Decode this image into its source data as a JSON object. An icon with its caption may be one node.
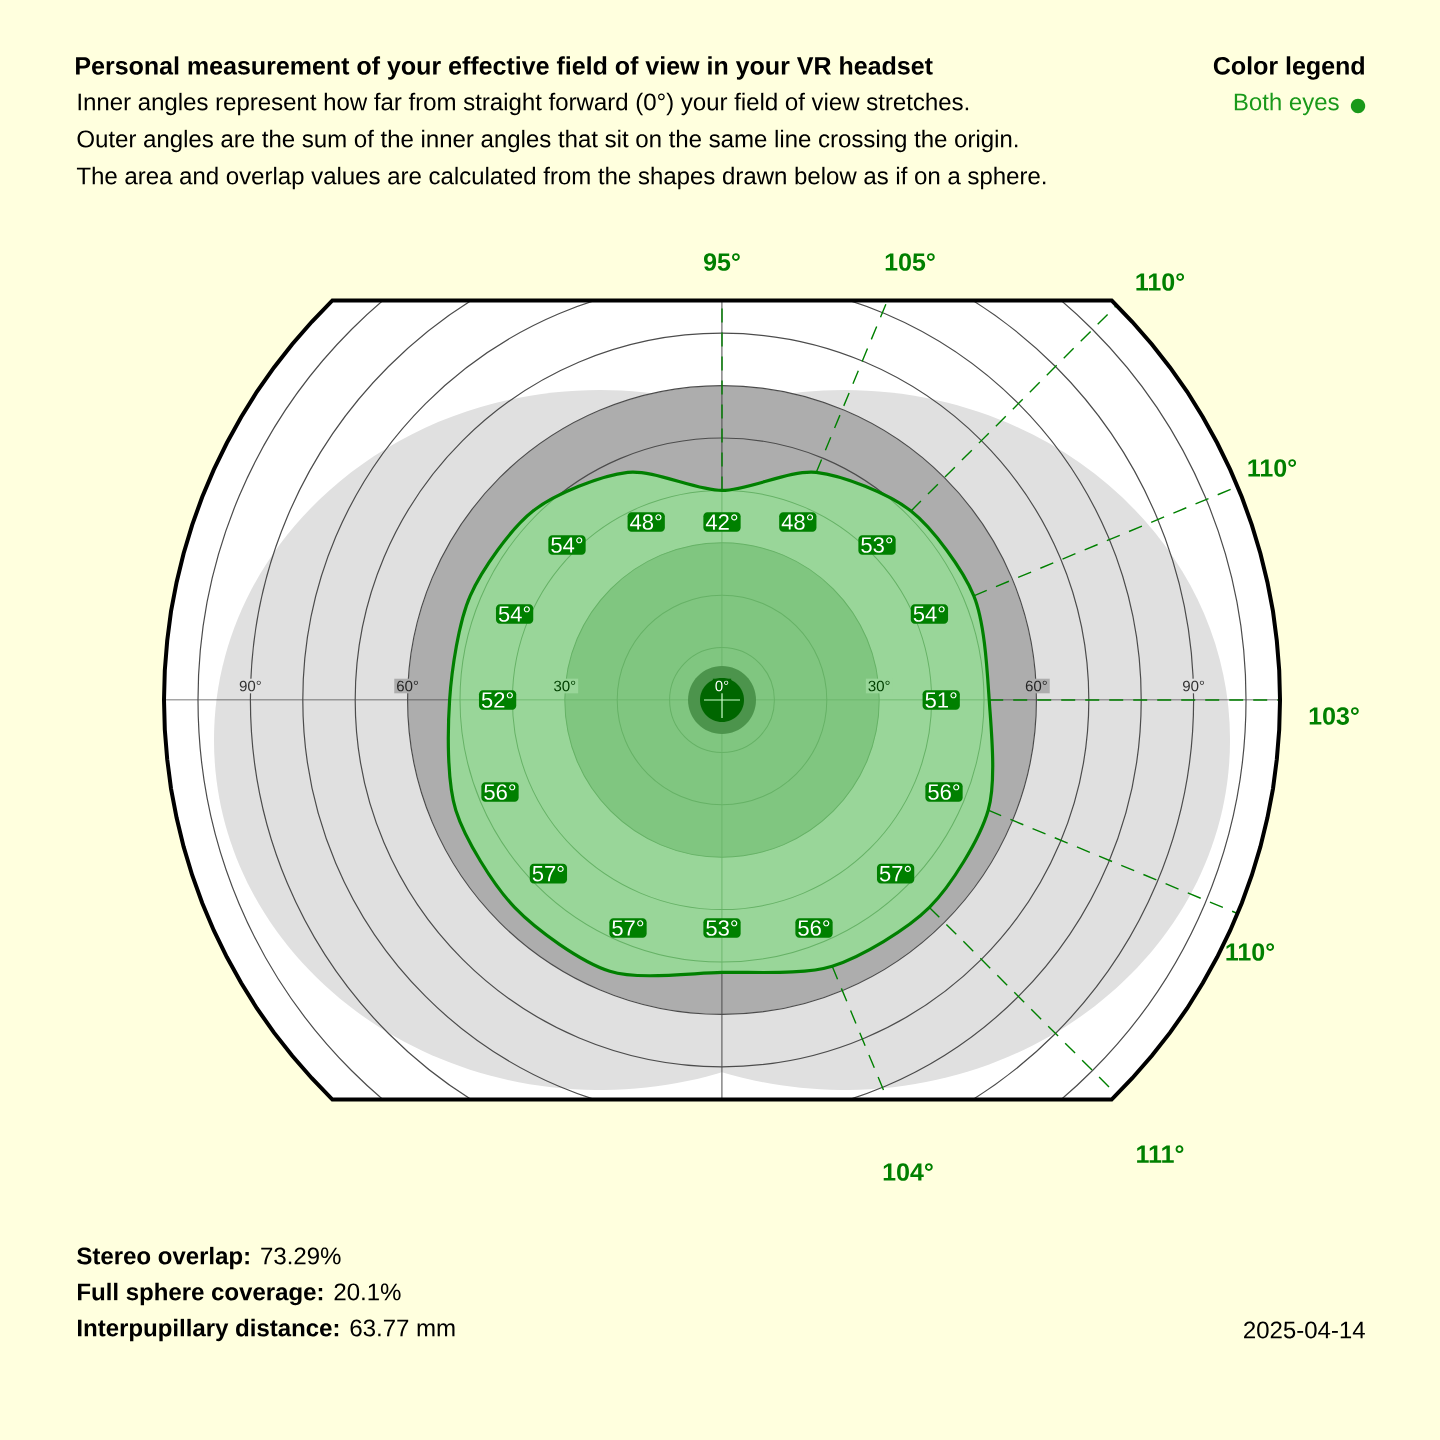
{
  "diagram": {
    "title": "Personal measurement of your effective field of view in your VR headset",
    "labels": [
      "Inner angles represent how far from straight forward (0°) your field of view stretches.",
      "Outer angles are the sum of the inner angles that sit on the same line crossing the origin.",
      "The area and overlap values are calculated from the shapes drawn below as if on a sphere.",
      "Color legend",
      "95°",
      "105°",
      "110°",
      "110°",
      "48°",
      "42°",
      "48°",
      "54°",
      "53°",
      "54°",
      "54°",
      "90°",
      "60°",
      "30°",
      "0°",
      "30°",
      "60°",
      "90°",
      "52°",
      "51°",
      "103°",
      "56°",
      "56°",
      "57°",
      "57°",
      "57°",
      "53°",
      "56°",
      "110°",
      "111°",
      "104°",
      "**Stereo overlap:** 73.29%",
      "**Full sphere coverage:** 20.1%",
      "**Interpupillary distance:** 63.77 mm",
      "2025-04-14"
    ],
    "legend": [
      {
        "text": "Both eyes",
        "color": "#1a991a"
      }
    ]
  }
}
